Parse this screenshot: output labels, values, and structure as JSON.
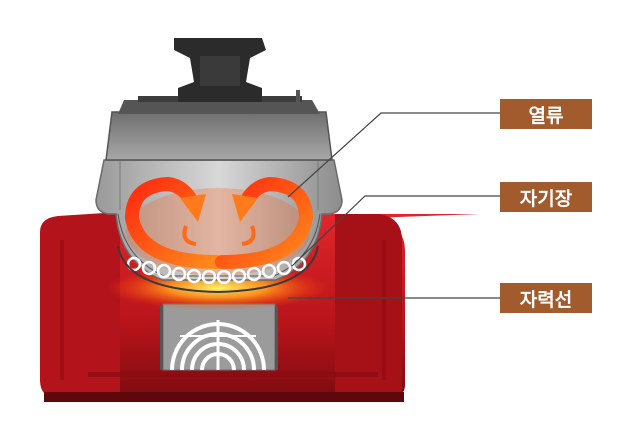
{
  "labels": {
    "convection": "열류",
    "magnetic_field": "자기장",
    "magnetic_lines": "자력선"
  },
  "colors": {
    "label_background": "#a15b2c",
    "body_red": "#c8161c",
    "heat_orange": "#f46d1c",
    "pot_gray": "#8a8a8a",
    "lid_handle": "#2a2a2a"
  },
  "icons": {
    "heat_arrow": "curved-arrow-icon",
    "coil": "induction-coil-icon"
  }
}
